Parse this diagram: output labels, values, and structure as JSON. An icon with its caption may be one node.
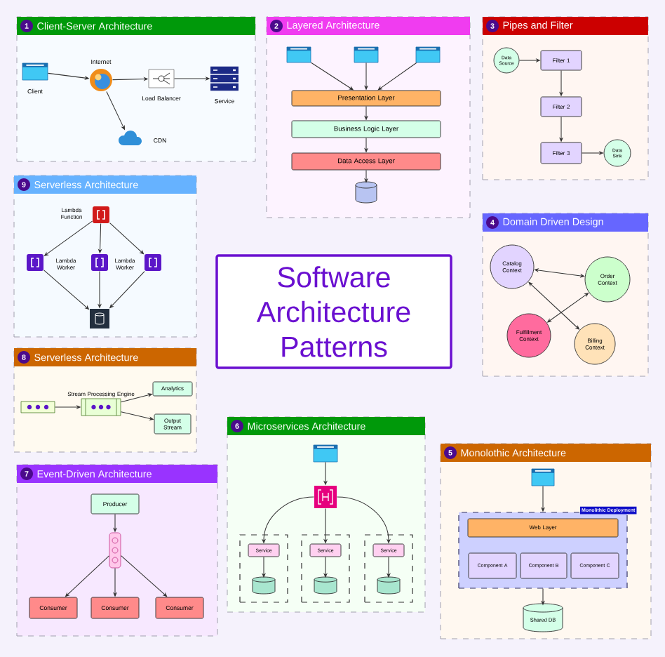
{
  "diagram": {
    "title": "Software Architecture Patterns",
    "nodes": [
      {
        "text": [
          "1",
          "Client-Server Architecture"
        ]
      },
      {
        "text": [
          "Client"
        ],
        "in": 0
      },
      {
        "text": [
          "Internet"
        ],
        "in": 0
      },
      {
        "text": [
          "Load Balancer"
        ],
        "in": 0
      },
      {
        "text": [
          "Service"
        ],
        "in": 0
      },
      {
        "text": [
          "CDN"
        ],
        "in": 0
      },
      {
        "text": [
          "2",
          "Layered Architecture"
        ]
      },
      {
        "text": [],
        "shape": "box",
        "in": 6
      },
      {
        "text": [],
        "shape": "box",
        "in": 6
      },
      {
        "text": [],
        "shape": "box",
        "in": 6
      },
      {
        "text": [
          "Presentation Layer"
        ],
        "in": 6
      },
      {
        "text": [
          "Business Logic Layer"
        ],
        "in": 6
      },
      {
        "text": [
          "Data Access Layer"
        ],
        "in": 6
      },
      {
        "text": [],
        "shape": "cylinder",
        "in": 6
      },
      {
        "text": [
          "3",
          "Pipes and Filter"
        ]
      },
      {
        "text": [
          "Data Source"
        ],
        "in": 14
      },
      {
        "text": [
          "Filter 1"
        ],
        "in": 14
      },
      {
        "text": [
          "Filter 2"
        ],
        "in": 14
      },
      {
        "text": [
          "Filter 3"
        ],
        "in": 14
      },
      {
        "text": [
          "Data Sink"
        ],
        "in": 14
      },
      {
        "text": [
          "4",
          "Domain Driven Design"
        ]
      },
      {
        "text": [
          "Catalog Context"
        ],
        "in": 20
      },
      {
        "text": [
          "Order Context"
        ],
        "in": 20
      },
      {
        "text": [
          "Fulfillment Context"
        ],
        "in": 20
      },
      {
        "text": [
          "Billing Context"
        ],
        "in": 20
      },
      {
        "text": [
          "9",
          "Serverless Architecture"
        ]
      },
      {
        "text": [
          "Lambda Function"
        ],
        "in": 25
      },
      {
        "text": [
          "Lambda Worker"
        ],
        "in": 25
      },
      {
        "text": [
          "Lambda Worker"
        ],
        "in": 25
      },
      {
        "text": [],
        "shape": "box",
        "in": 25
      },
      {
        "text": [],
        "shape": "box",
        "in": 25
      },
      {
        "text": [
          "8",
          "Serverless Architecture"
        ]
      },
      {
        "text": [],
        "shape": "box",
        "in": 31
      },
      {
        "text": [
          "Stream Processing Engine"
        ],
        "in": 31
      },
      {
        "text": [
          "Analytics"
        ],
        "in": 31
      },
      {
        "text": [
          "Output Stream"
        ],
        "in": 31
      },
      {
        "text": [
          "7",
          "Event-Driven Architecture"
        ]
      },
      {
        "text": [
          "Producer"
        ],
        "in": 36
      },
      {
        "text": [],
        "shape": "box",
        "in": 36
      },
      {
        "text": [
          "Consumer"
        ],
        "in": 36
      },
      {
        "text": [
          "Consumer"
        ],
        "in": 36
      },
      {
        "text": [
          "Consumer"
        ],
        "in": 36
      },
      {
        "text": [
          "6",
          "Microservices Architecture"
        ]
      },
      {
        "text": [],
        "shape": "box",
        "in": 42
      },
      {
        "text": [],
        "shape": "box",
        "in": 42
      },
      {
        "text": [],
        "shape": "box",
        "in": 42
      },
      {
        "text": [
          "Service"
        ],
        "in": 45
      },
      {
        "text": [],
        "shape": "cylinder",
        "in": 45
      },
      {
        "text": [],
        "shape": "box",
        "in": 42
      },
      {
        "text": [
          "Service"
        ],
        "in": 48
      },
      {
        "text": [],
        "shape": "cylinder",
        "in": 48
      },
      {
        "text": [],
        "shape": "box",
        "in": 42
      },
      {
        "text": [
          "Service"
        ],
        "in": 51
      },
      {
        "text": [],
        "shape": "cylinder",
        "in": 51
      },
      {
        "text": [
          "5",
          "Monolothic Architecture"
        ]
      },
      {
        "text": [],
        "shape": "box",
        "in": 54
      },
      {
        "text": [
          "Monolithic Deployment"
        ],
        "in": 54
      },
      {
        "text": [
          "Web Layer"
        ],
        "in": 56
      },
      {
        "text": [
          "Component A"
        ],
        "in": 56
      },
      {
        "text": [
          "Component B"
        ],
        "in": 56
      },
      {
        "text": [
          "Component C"
        ],
        "in": 56
      },
      {
        "text": [
          "Shared DB"
        ],
        "in": 54
      }
    ],
    "edges": [
      {
        "from": 1,
        "to": 2,
        "arrow": "to"
      },
      {
        "from": 2,
        "to": 3,
        "arrow": "to"
      },
      {
        "from": 3,
        "to": 4,
        "arrow": "to"
      },
      {
        "from": 2,
        "to": 5,
        "arrow": "to"
      },
      {
        "from": 7,
        "to": 10,
        "arrow": "to"
      },
      {
        "from": 8,
        "to": 10,
        "arrow": "to"
      },
      {
        "from": 9,
        "to": 10,
        "arrow": "to"
      },
      {
        "from": 10,
        "to": 11,
        "arrow": "to"
      },
      {
        "from": 11,
        "to": 12,
        "arrow": "to"
      },
      {
        "from": 12,
        "to": 13,
        "arrow": "to"
      },
      {
        "from": 15,
        "to": 16,
        "arrow": "to"
      },
      {
        "from": 16,
        "to": 17,
        "arrow": "to"
      },
      {
        "from": 17,
        "to": 18,
        "arrow": "to"
      },
      {
        "from": 18,
        "to": 19,
        "arrow": "to"
      },
      {
        "from": 21,
        "to": 22,
        "arrow": "both"
      },
      {
        "from": 21,
        "to": 24,
        "arrow": "both"
      },
      {
        "from": 22,
        "to": 23,
        "arrow": "both"
      },
      {
        "from": 26,
        "to": 27,
        "arrow": "to"
      },
      {
        "from": 26,
        "to": 28,
        "arrow": "to"
      },
      {
        "from": 26,
        "to": 29,
        "arrow": "to"
      },
      {
        "from": 27,
        "to": 30,
        "arrow": "to"
      },
      {
        "from": 28,
        "to": 30,
        "arrow": "to"
      },
      {
        "from": 29,
        "to": 30,
        "arrow": "to"
      },
      {
        "from": 32,
        "to": 33,
        "arrow": "to"
      },
      {
        "from": 33,
        "to": 34,
        "arrow": "to"
      },
      {
        "from": 33,
        "to": 35,
        "arrow": "to"
      },
      {
        "from": 37,
        "to": 38,
        "arrow": "to"
      },
      {
        "from": 38,
        "to": 39,
        "arrow": "to"
      },
      {
        "from": 38,
        "to": 40,
        "arrow": "to"
      },
      {
        "from": 38,
        "to": 41,
        "arrow": "to"
      },
      {
        "from": 43,
        "to": 44,
        "arrow": "to"
      },
      {
        "from": 44,
        "to": 46,
        "arrow": "to"
      },
      {
        "from": 44,
        "to": 49,
        "arrow": "to"
      },
      {
        "from": 44,
        "to": 52,
        "arrow": "to"
      },
      {
        "from": 46,
        "to": 47,
        "arrow": "to"
      },
      {
        "from": 49,
        "to": 50,
        "arrow": "to"
      },
      {
        "from": 52,
        "to": 53,
        "arrow": "to"
      },
      {
        "from": 55,
        "to": 56,
        "arrow": "to"
      },
      {
        "from": 56,
        "to": 61,
        "arrow": "to"
      }
    ]
  }
}
